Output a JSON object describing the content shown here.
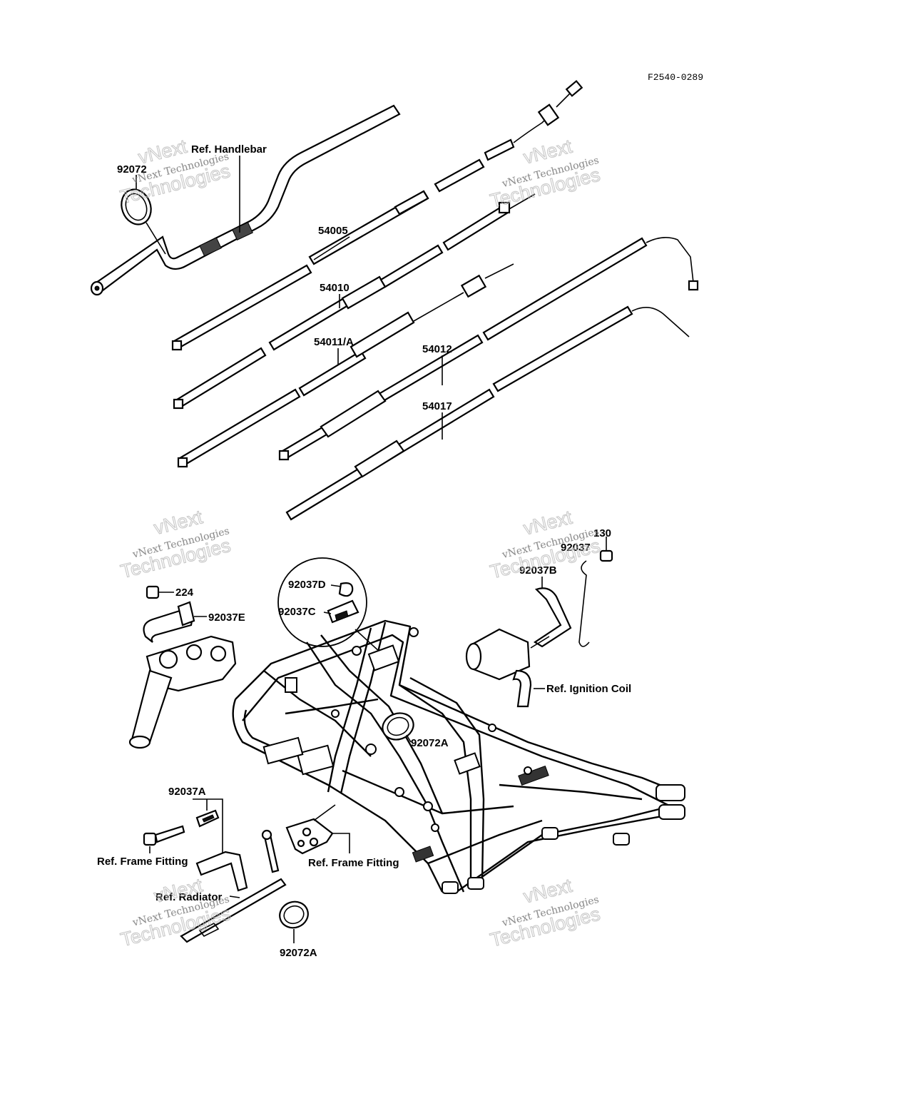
{
  "drawing_code": "F2540-0289",
  "labels": {
    "ref_handlebar": "Ref. Handlebar",
    "p92072_top": "92072",
    "p54005": "54005",
    "p54010": "54010",
    "p54011a": "54011/A",
    "p54012": "54012",
    "p54017": "54017",
    "p130": "130",
    "p92037_small": "92037",
    "p92037b": "92037B",
    "p224": "224",
    "p92037e": "92037E",
    "p92037d": "92037D",
    "p92037c": "92037C",
    "ref_ignition_coil": "Ref. Ignition Coil",
    "p92072a_mid": "92072A",
    "p92037a": "92037A",
    "ref_frame_fitting_left": "Ref. Frame Fitting",
    "ref_frame_fitting_right": "Ref. Frame Fitting",
    "ref_radiator": "Ref. Radiator",
    "p92072a_bottom": "92072A"
  },
  "watermark": {
    "line1": "vNext Technologies",
    "line2": "vNext",
    "line3": "Technologies"
  }
}
